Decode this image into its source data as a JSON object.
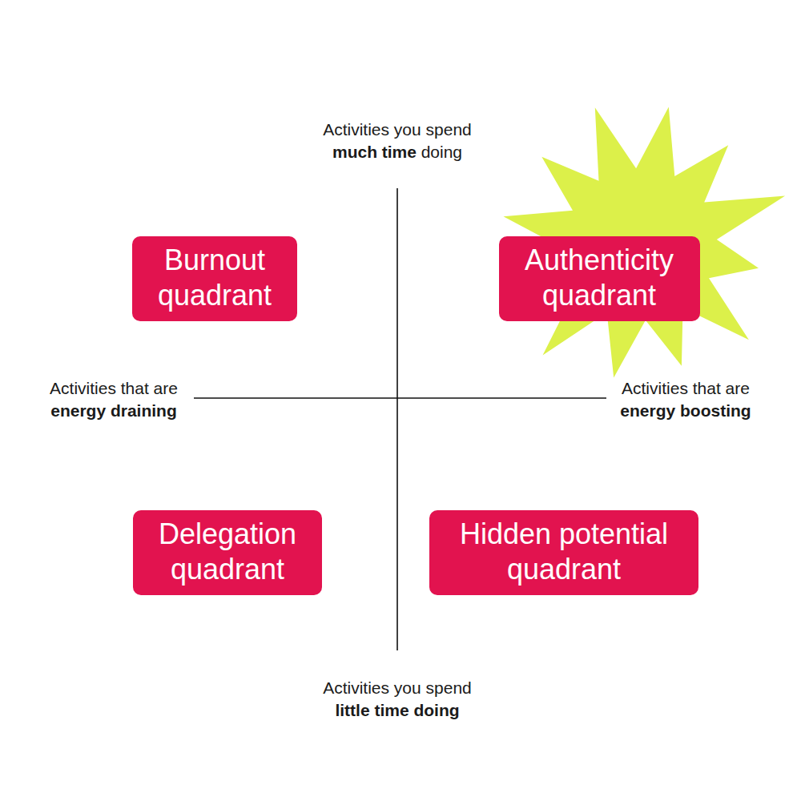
{
  "diagram": {
    "nodes": [
      {
        "text": [
          "Burnout quadrant"
        ]
      },
      {
        "text": [
          "Authenticity quadrant"
        ]
      },
      {
        "text": [
          "Delegation quadrant"
        ]
      },
      {
        "text": [
          "Hidden potential quadrant"
        ]
      }
    ],
    "labels": [
      "Activities you spend",
      "much time",
      "doing",
      "Activities that are",
      "energy draining",
      "Activities that are",
      "energy boosting",
      "Activities you spend",
      "little time doing"
    ]
  }
}
